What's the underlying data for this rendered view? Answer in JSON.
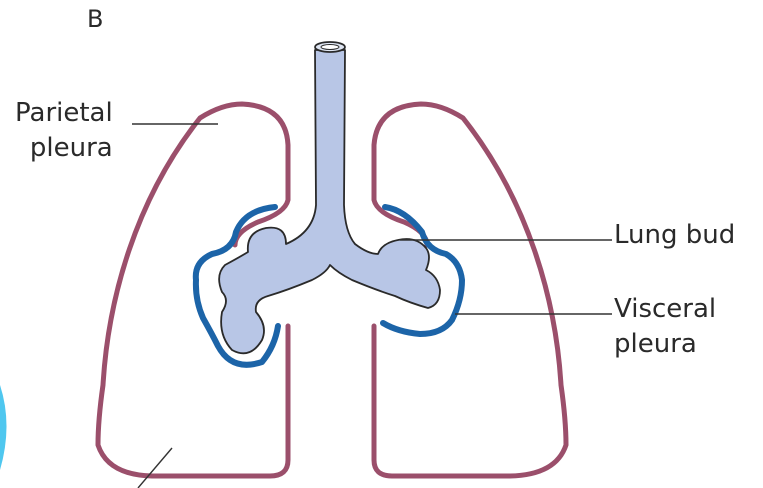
{
  "figure": {
    "panel_letter": "B",
    "labels": {
      "parietal_line1": "Parietal",
      "parietal_line2": "pleura",
      "lung_bud": "Lung bud",
      "visceral_line1": "Visceral",
      "visceral_line2": "pleura"
    }
  },
  "colors": {
    "parietal_pleura": "#9b4f6b",
    "visceral_pleura": "#1c64a8",
    "lung_bud_fill": "#b8c6e6",
    "trachea_fill": "#b8c6e6",
    "outline": "#2a2a2a",
    "leader_line": "#333333",
    "edge_accent": "#4fc7ef"
  }
}
